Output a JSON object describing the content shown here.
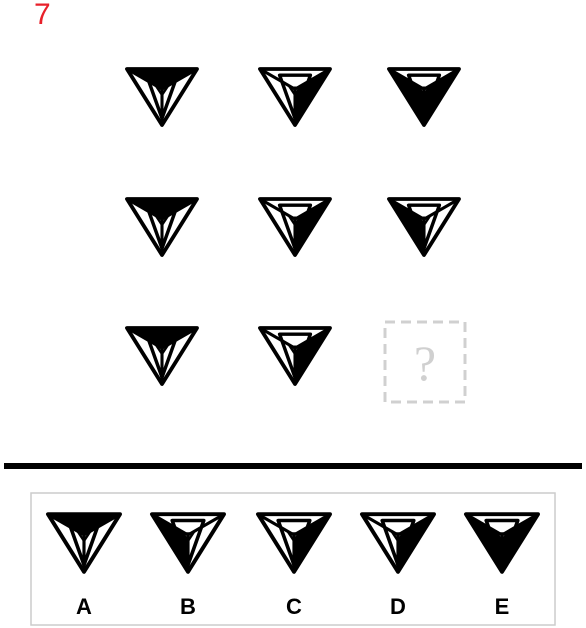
{
  "question_number": "7",
  "colors": {
    "question_number": "#e8202a",
    "ink": "#000000",
    "placeholder": "#d0d0d0",
    "options_border": "#d0d0d0"
  },
  "placeholder_mark": "?",
  "matrix": [
    [
      "top",
      "right",
      "both"
    ],
    [
      "top",
      "right",
      "left"
    ],
    [
      "top",
      "right",
      null
    ]
  ],
  "options": [
    {
      "label": "A",
      "fill": "top"
    },
    {
      "label": "B",
      "fill": "left"
    },
    {
      "label": "C",
      "fill": "right"
    },
    {
      "label": "D",
      "fill": "right"
    },
    {
      "label": "E",
      "fill": "both"
    }
  ]
}
